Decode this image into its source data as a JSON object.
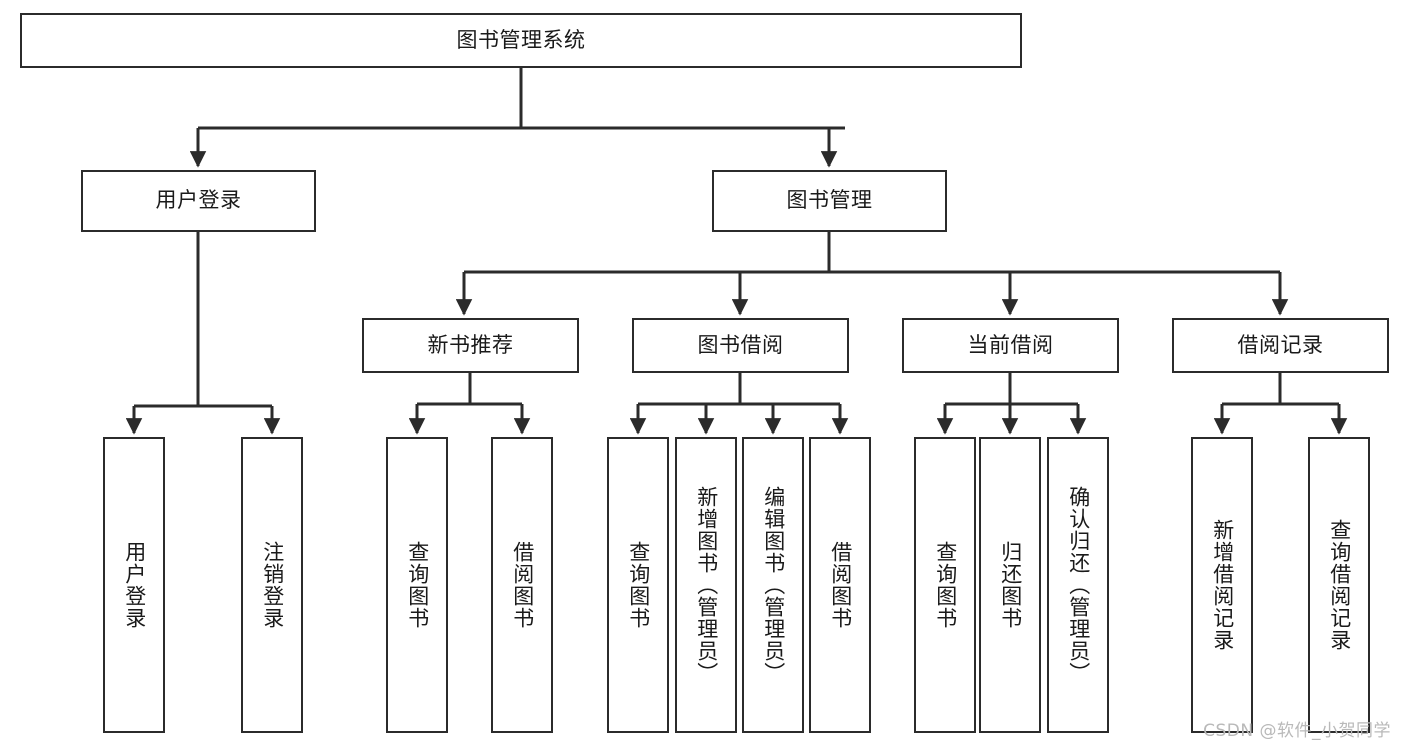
{
  "diagram": {
    "type": "tree-hierarchy",
    "title": "图书管理系统",
    "watermark": "CSDN @软件_小贺同学",
    "colors": {
      "stroke": "#2b2b2b",
      "fill": "#ffffff",
      "text": "#1a1a1a",
      "watermark": "#b9b9b9"
    },
    "nodes": {
      "root": {
        "label": "图书管理系统",
        "orientation": "horizontal"
      },
      "level2": [
        {
          "id": "user-login",
          "label": "用户登录",
          "orientation": "horizontal"
        },
        {
          "id": "book-manage",
          "label": "图书管理",
          "orientation": "horizontal"
        }
      ],
      "level3": [
        {
          "id": "new-book-rec",
          "label": "新书推荐",
          "orientation": "horizontal"
        },
        {
          "id": "book-borrow",
          "label": "图书借阅",
          "orientation": "horizontal"
        },
        {
          "id": "current-borrow",
          "label": "当前借阅",
          "orientation": "horizontal"
        },
        {
          "id": "borrow-record",
          "label": "借阅记录",
          "orientation": "horizontal"
        }
      ],
      "leaves": [
        {
          "id": "leaf-user-login",
          "label": "用户登录",
          "parent": "user-login",
          "orientation": "vertical"
        },
        {
          "id": "leaf-user-logout",
          "label": "注销登录",
          "parent": "user-login",
          "orientation": "vertical"
        },
        {
          "id": "leaf-query-book-1",
          "label": "查询图书",
          "parent": "new-book-rec",
          "orientation": "vertical"
        },
        {
          "id": "leaf-borrow-book-1",
          "label": "借阅图书",
          "parent": "new-book-rec",
          "orientation": "vertical"
        },
        {
          "id": "leaf-query-book-2",
          "label": "查询图书",
          "parent": "book-borrow",
          "orientation": "vertical"
        },
        {
          "id": "leaf-add-book",
          "label": "新增图书（管理员）",
          "parent": "book-borrow",
          "orientation": "vertical"
        },
        {
          "id": "leaf-edit-book",
          "label": "编辑图书（管理员）",
          "parent": "book-borrow",
          "orientation": "vertical"
        },
        {
          "id": "leaf-borrow-book-2",
          "label": "借阅图书",
          "parent": "book-borrow",
          "orientation": "vertical"
        },
        {
          "id": "leaf-query-book-3",
          "label": "查询图书",
          "parent": "current-borrow",
          "orientation": "vertical"
        },
        {
          "id": "leaf-return-book",
          "label": "归还图书",
          "parent": "current-borrow",
          "orientation": "vertical"
        },
        {
          "id": "leaf-confirm-return",
          "label": "确认归还（管理员）",
          "parent": "current-borrow",
          "orientation": "vertical"
        },
        {
          "id": "leaf-add-record",
          "label": "新增借阅记录",
          "parent": "borrow-record",
          "orientation": "vertical"
        },
        {
          "id": "leaf-query-record",
          "label": "查询借阅记录",
          "parent": "borrow-record",
          "orientation": "vertical"
        }
      ]
    }
  }
}
